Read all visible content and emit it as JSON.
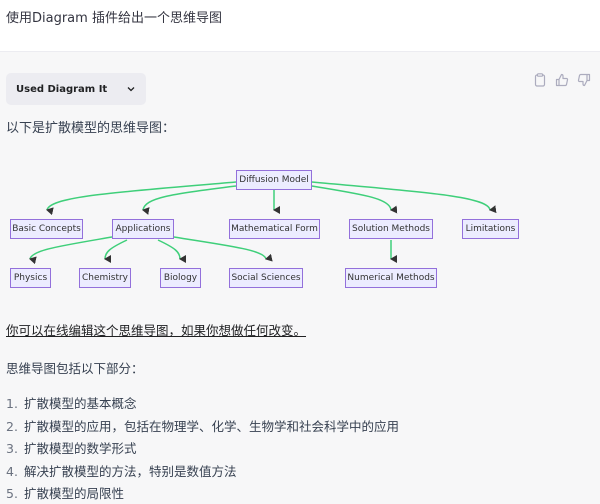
{
  "user_message": {
    "text": "使用Diagram 插件给出一个思维导图"
  },
  "assistant": {
    "plugin_pill": {
      "label": "Used Diagram It",
      "icon": "chevron-down-icon"
    },
    "actions": [
      {
        "name": "copy",
        "icon": "clipboard-icon"
      },
      {
        "name": "thumbs-up",
        "icon": "thumbs-up-icon"
      },
      {
        "name": "thumbs-down",
        "icon": "thumbs-down-icon"
      }
    ],
    "intro": "以下是扩散模型的思维导图：",
    "diagram": {
      "root": "Diffusion Model",
      "nodes": {
        "basic": "Basic Concepts",
        "apps": "Applications",
        "math": "Mathematical Form",
        "solution": "Solution Methods",
        "limits": "Limitations",
        "physics": "Physics",
        "chemistry": "Chemistry",
        "biology": "Biology",
        "social": "Social Sciences",
        "numerical": "Numerical Methods"
      },
      "edge_color": "#3fcf7a",
      "node_fill": "#ececff",
      "node_border": "#9370db"
    },
    "edit_link": "你可以在线编辑这个思维导图，如果你想做任何改变。",
    "summary": "思维导图包括以下部分：",
    "list": [
      {
        "num": "1.",
        "text": "扩散模型的基本概念"
      },
      {
        "num": "2.",
        "text": "扩散模型的应用，包括在物理学、化学、生物学和社会科学中的应用"
      },
      {
        "num": "3.",
        "text": "扩散模型的数学形式"
      },
      {
        "num": "4.",
        "text": "解决扩散模型的方法，特别是数值方法"
      },
      {
        "num": "5.",
        "text": "扩散模型的局限性"
      }
    ]
  }
}
